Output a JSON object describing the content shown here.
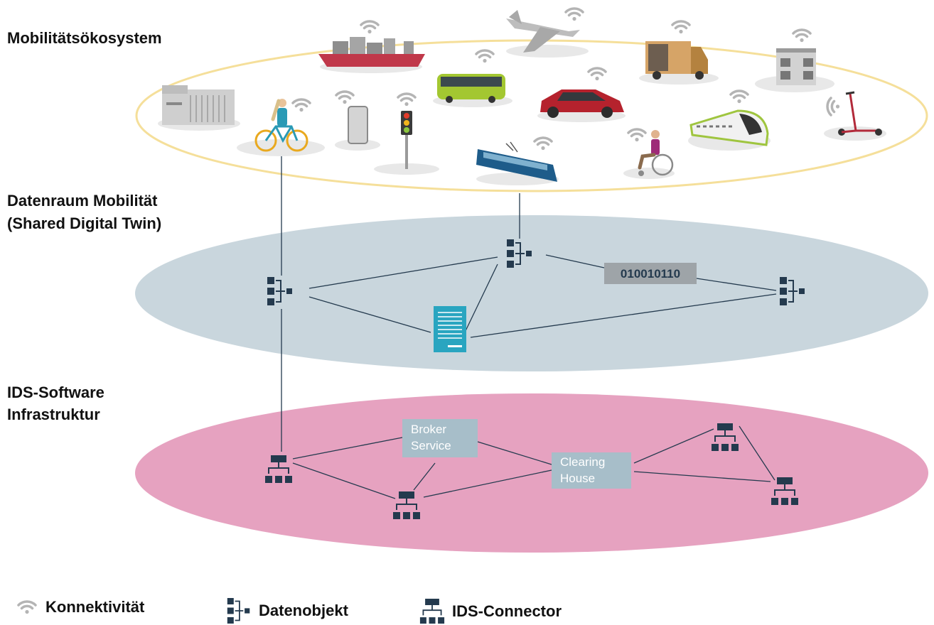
{
  "layers": {
    "ecosystem": "Mobilitätsökosystem",
    "dataspace_line1": "Datenraum Mobilität",
    "dataspace_line2": "(Shared Digital Twin)",
    "infra_line1": "IDS-Software",
    "infra_line2": "Infrastruktur"
  },
  "dataspace": {
    "binary": "010010110"
  },
  "infrastructure": {
    "broker_line1": "Broker",
    "broker_line2": "Service",
    "clearing_line1": "Clearing",
    "clearing_line2": "House"
  },
  "legend": {
    "connectivity": "Konnektivität",
    "data_object": "Datenobjekt",
    "connector": "IDS-Connector"
  },
  "icons": {
    "ecosystem": [
      "factory-icon",
      "bicycle-icon",
      "smartphone-icon",
      "traffic-light-icon",
      "cargo-ship-icon",
      "bus-icon",
      "tram-icon",
      "airplane-icon",
      "car-icon",
      "wheelchair-icon",
      "delivery-truck-icon",
      "high-speed-train-icon",
      "building-icon",
      "e-scooter-icon"
    ]
  },
  "colors": {
    "ecosystem_ring": "#f5df9a",
    "dataspace_fill": "#c9d6dd",
    "infra_fill": "#e6a2c0",
    "icon_dark": "#243a4e",
    "wifi_grey": "#b4b4b4",
    "service_box": "#a7bec9",
    "binary_box": "#9ea4a8",
    "document": "#29a5c0"
  }
}
